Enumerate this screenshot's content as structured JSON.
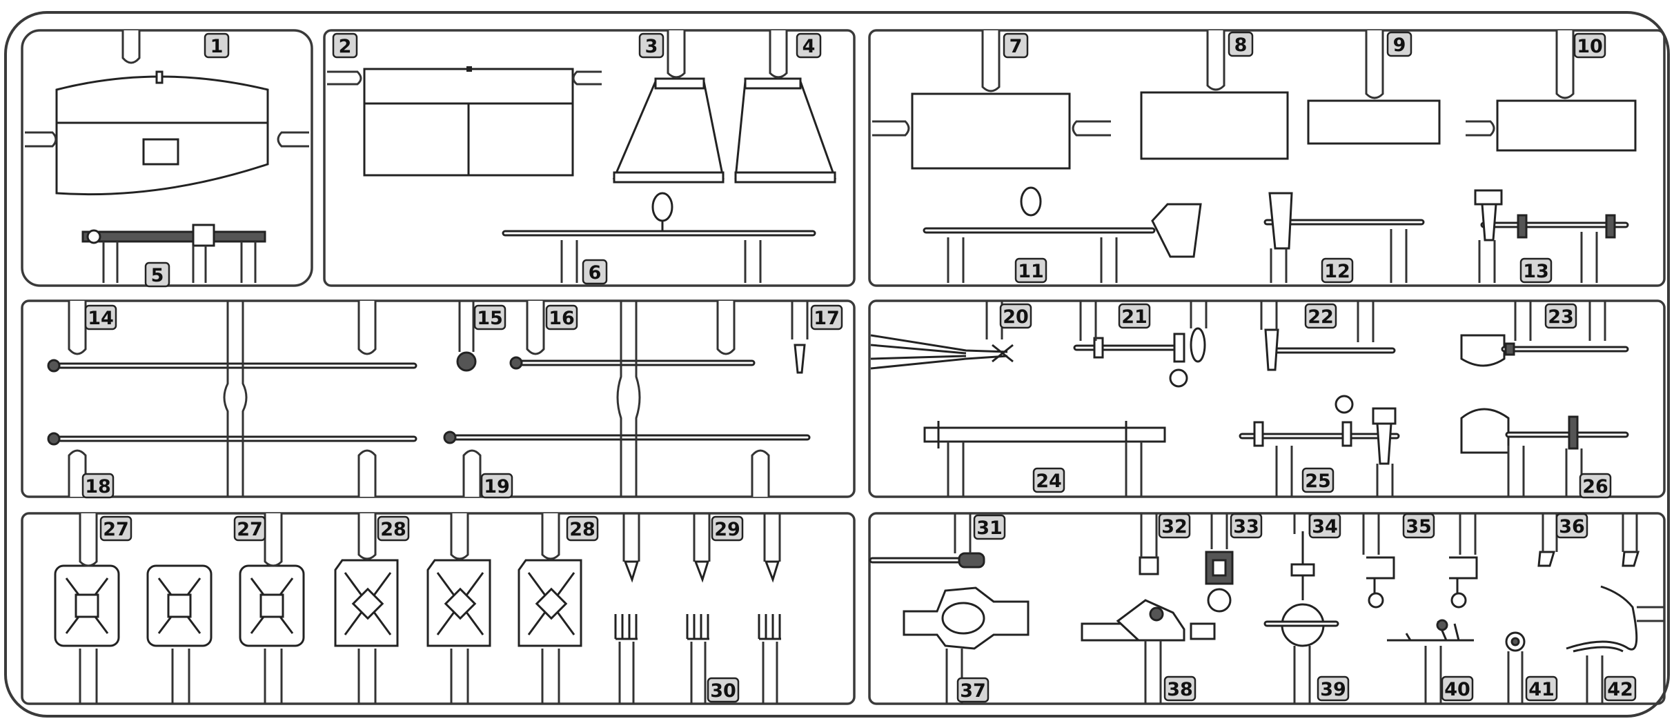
{
  "diagram": {
    "part_numbers": [
      {
        "id": "p1",
        "label": "1"
      },
      {
        "id": "p2",
        "label": "2"
      },
      {
        "id": "p3",
        "label": "3"
      },
      {
        "id": "p4",
        "label": "4"
      },
      {
        "id": "p5",
        "label": "5"
      },
      {
        "id": "p6",
        "label": "6"
      },
      {
        "id": "p7",
        "label": "7"
      },
      {
        "id": "p8",
        "label": "8"
      },
      {
        "id": "p9",
        "label": "9"
      },
      {
        "id": "p10",
        "label": "10"
      },
      {
        "id": "p11",
        "label": "11"
      },
      {
        "id": "p12",
        "label": "12"
      },
      {
        "id": "p13",
        "label": "13"
      },
      {
        "id": "p14",
        "label": "14"
      },
      {
        "id": "p15",
        "label": "15"
      },
      {
        "id": "p16",
        "label": "16"
      },
      {
        "id": "p17",
        "label": "17"
      },
      {
        "id": "p18",
        "label": "18"
      },
      {
        "id": "p19",
        "label": "19"
      },
      {
        "id": "p20",
        "label": "20"
      },
      {
        "id": "p21",
        "label": "21"
      },
      {
        "id": "p22",
        "label": "22"
      },
      {
        "id": "p23",
        "label": "23"
      },
      {
        "id": "p24",
        "label": "24"
      },
      {
        "id": "p25",
        "label": "25"
      },
      {
        "id": "p26",
        "label": "26"
      },
      {
        "id": "p27a",
        "label": "27"
      },
      {
        "id": "p27b",
        "label": "27"
      },
      {
        "id": "p28a",
        "label": "28"
      },
      {
        "id": "p28b",
        "label": "28"
      },
      {
        "id": "p29",
        "label": "29"
      },
      {
        "id": "p30",
        "label": "30"
      },
      {
        "id": "p31",
        "label": "31"
      },
      {
        "id": "p32",
        "label": "32"
      },
      {
        "id": "p33",
        "label": "33"
      },
      {
        "id": "p34",
        "label": "34"
      },
      {
        "id": "p35",
        "label": "35"
      },
      {
        "id": "p36",
        "label": "36"
      },
      {
        "id": "p37",
        "label": "37"
      },
      {
        "id": "p38",
        "label": "38"
      },
      {
        "id": "p39",
        "label": "39"
      },
      {
        "id": "p40",
        "label": "40"
      },
      {
        "id": "p41",
        "label": "41"
      },
      {
        "id": "p42",
        "label": "42"
      }
    ]
  }
}
